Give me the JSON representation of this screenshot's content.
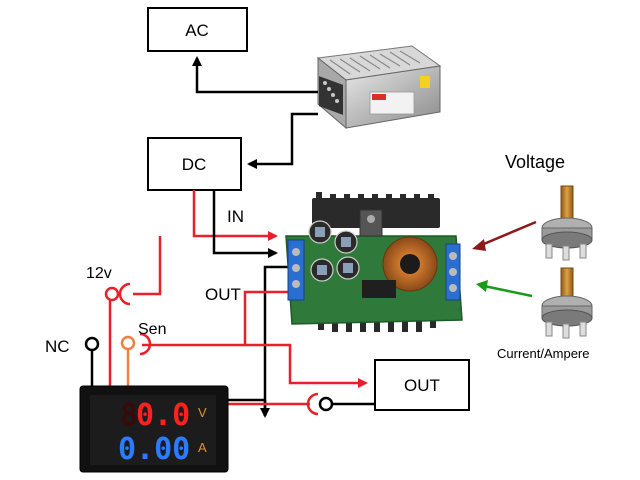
{
  "boxes": {
    "ac": "AC",
    "dc": "DC",
    "out": "OUT"
  },
  "labels": {
    "in": "IN",
    "out_line": "OUT",
    "v12": "12v",
    "sen": "Sen",
    "nc": "NC",
    "voltage": "Voltage",
    "current": "Current/Ampere"
  },
  "meter": {
    "voltage_reading": "0.0",
    "voltage_unit": "V",
    "current_reading": "0.00",
    "current_unit": "A"
  },
  "colors": {
    "wire_black": "#000000",
    "wire_red": "#e8202a",
    "sen_orange": "#f08040",
    "arrow_dark_red": "#8b1a1a",
    "arrow_green": "#1a9a1a",
    "meter_red": "#ff2020",
    "meter_blue": "#2a7bff",
    "pcb_green": "#2f7a3a",
    "heatsink": "#2a2a2a"
  },
  "icons": {
    "power_supply": "psu-icon",
    "buck_converter": "buck-converter-icon",
    "potentiometer": "potentiometer-icon",
    "panel_meter": "panel-meter-icon"
  }
}
